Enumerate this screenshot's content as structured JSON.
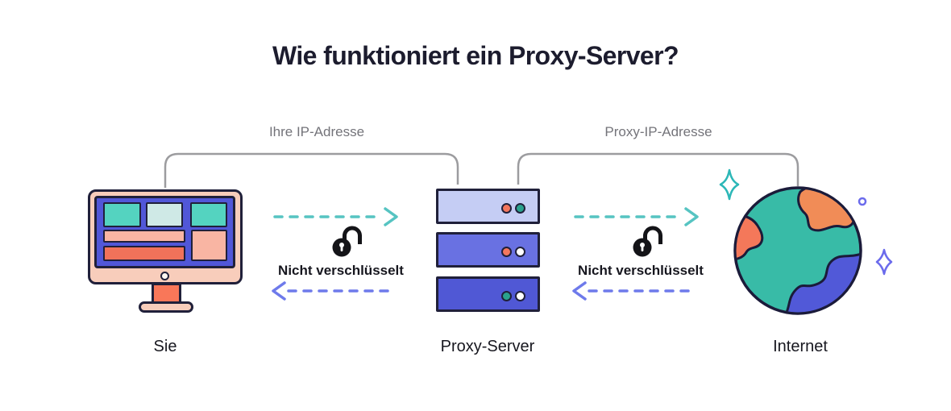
{
  "title": "Wie funktioniert ein Proxy-Server?",
  "brackets": {
    "your_ip_label": "Ihre IP-Adresse",
    "proxy_ip_label": "Proxy-IP-Adresse"
  },
  "nodes": {
    "client_label": "Sie",
    "proxy_label": "Proxy-Server",
    "internet_label": "Internet"
  },
  "links": {
    "client_to_proxy_status": "Nicht verschlüsselt",
    "proxy_to_internet_status": "Nicht verschlüsselt"
  },
  "icons": {
    "lock": "open-padlock-icon",
    "request_arrow": "dashed-arrow-right-icon",
    "response_arrow": "dashed-arrow-left-icon",
    "globe": "globe-icon",
    "sparkles": "sparkle-icon"
  },
  "colors": {
    "background": "#ffffff",
    "title_text": "#1c1c2e",
    "body_text": "#17171f",
    "bracket_line": "#9c9c9f",
    "bracket_label_text": "#74747a",
    "outline_dark": "#20203a",
    "request_arrow_teal": "#56c4c2",
    "response_arrow_purple": "#6e7aeb",
    "lock_black": "#141418",
    "monitor_bezel_peach": "#f8cdbb",
    "monitor_screen_blue": "#5157d8",
    "teal_block": "#54d3c0",
    "light_teal_block": "#cfe9e6",
    "salmon_block": "#f9b5a3",
    "orange_block": "#f0725a",
    "stand_orange": "#f97759",
    "server_box_light": "#c5cdf4",
    "server_box_medium": "#6971e2",
    "server_box_dark": "#5058d5",
    "led_salmon": "#f4775e",
    "led_teal": "#2aa28d",
    "led_white": "#ffffff",
    "globe_ocean_teal": "#38bba7",
    "globe_land_orange": "#f18c57",
    "globe_land_salmon": "#f4785a",
    "globe_land_blue": "#5159d8",
    "sparkle_teal": "#2cb7b7",
    "sparkle_purple": "#6b6bec"
  }
}
